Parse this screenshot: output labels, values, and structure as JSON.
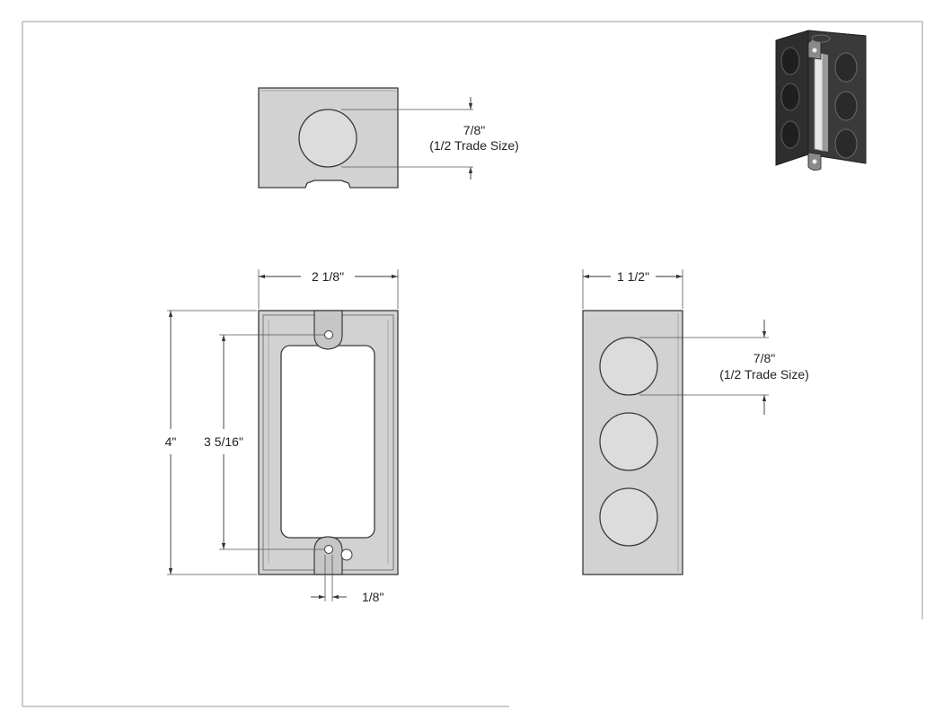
{
  "drawing": {
    "top_view": {
      "knockout_diameter": "7/8\"",
      "knockout_trade_size": "(1/2 Trade Size)"
    },
    "front_view": {
      "width": "2 1/8\"",
      "height": "4\"",
      "mounting_hole_spacing": "3 5/16\"",
      "ear_offset": "1/8\""
    },
    "side_view": {
      "depth": "1 1/2\"",
      "knockout_diameter": "7/8\"",
      "knockout_trade_size": "(1/2 Trade Size)"
    },
    "colors": {
      "body_fill": "#d2d2d2",
      "knockout_fill": "#dcdcdc",
      "outline": "#3a3a3a",
      "iso_dark": "#2e2e2e"
    }
  }
}
